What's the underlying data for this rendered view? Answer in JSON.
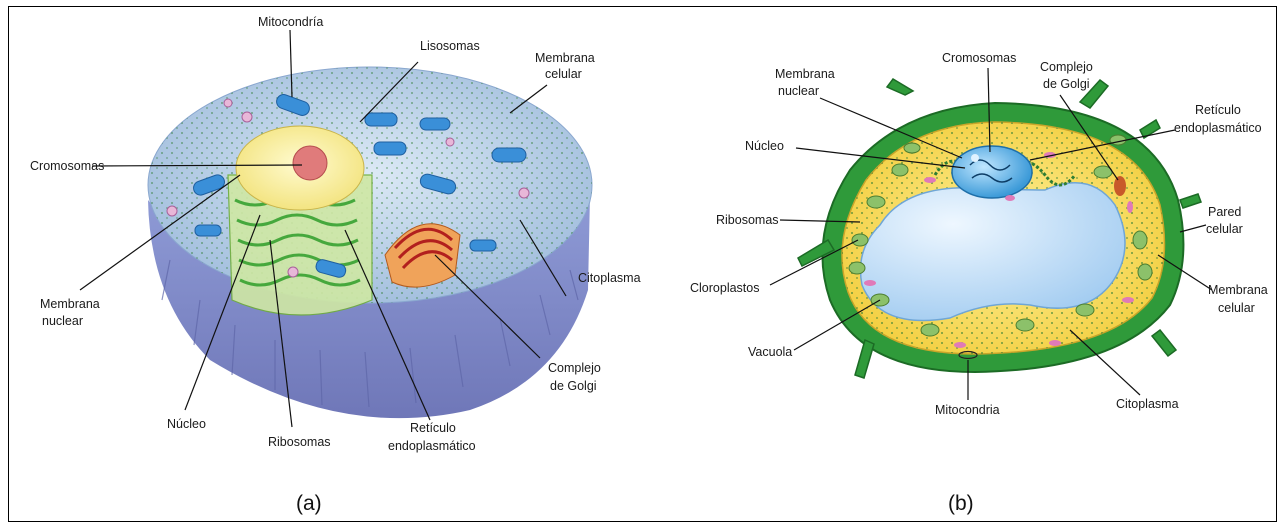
{
  "panel_a": {
    "caption": "(a)",
    "labels": {
      "mitocondria": "Mitocondría",
      "lisosomas": "Lisosomas",
      "membrana_celular_1": "Membrana",
      "membrana_celular_2": "celular",
      "cromosomas": "Cromosomas",
      "membrana_nuclear_1": "Membrana",
      "membrana_nuclear_2": "nuclear",
      "citoplasma": "Citoplasma",
      "complejo_1": "Complejo",
      "complejo_2": "de Golgi",
      "nucleo": "Núcleo",
      "ribosomas": "Ribosomas",
      "reticulo_1": "Retículo",
      "reticulo_2": "endoplasmático"
    }
  },
  "panel_b": {
    "caption": "(b)",
    "labels": {
      "membrana_nuclear_1": "Membrana",
      "membrana_nuclear_2": "nuclear",
      "cromosomas": "Cromosomas",
      "complejo_1": "Complejo",
      "complejo_2": "de Golgi",
      "reticulo_1": "Retículo",
      "reticulo_2": "endoplasmático",
      "nucleo": "Núcleo",
      "ribosomas": "Ribosomas",
      "pared_1": "Pared",
      "pared_2": "celular",
      "cloroplastos": "Cloroplastos",
      "membrana_celular_1": "Membrana",
      "membrana_celular_2": "celular",
      "vacuola": "Vacuola",
      "mitocondria": "Mitocondria",
      "citoplasma": "Citoplasma"
    }
  }
}
